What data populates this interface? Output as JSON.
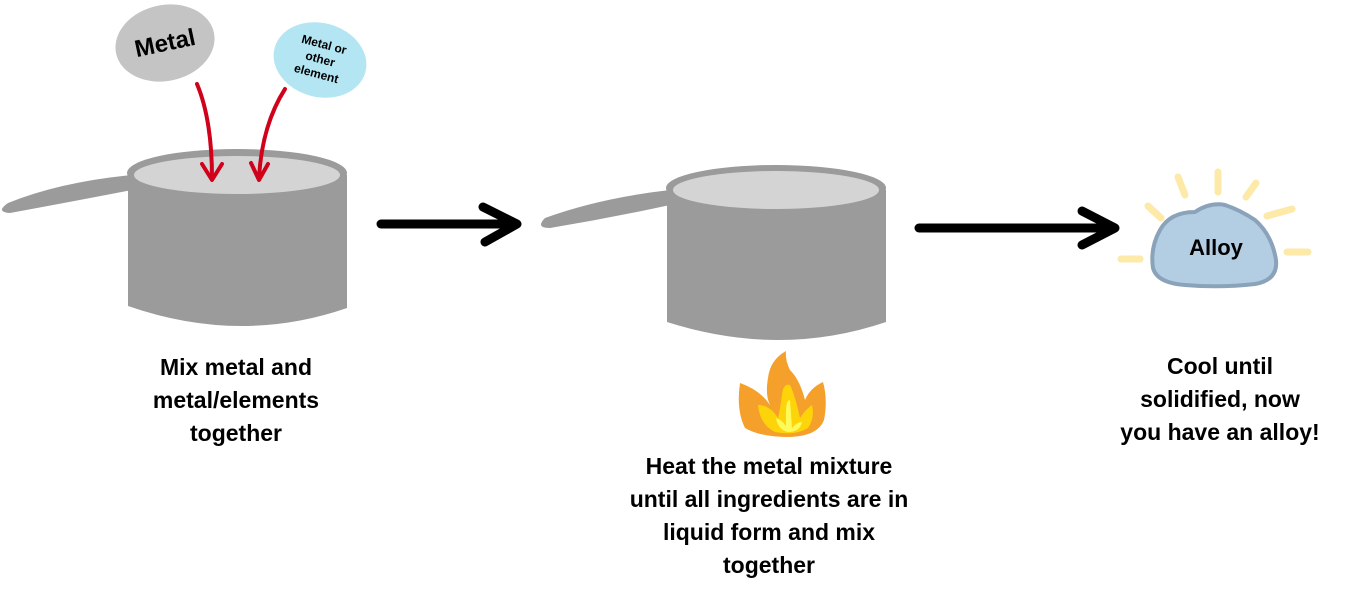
{
  "diagram": {
    "title": "Making an alloy",
    "colors": {
      "pot_body": "#9b9b9b",
      "pot_surface": "#d4d4d4",
      "arrow_red": "#d0021b",
      "arrow_black": "#000000",
      "metal_blob": "#c4c4c4",
      "element_blob": "#b3e5f2",
      "alloy_fill": "#b3cde3",
      "alloy_stroke": "#8aa3ba",
      "glow": "#fde9a8",
      "flame_outer": "#f5a02a",
      "flame_mid": "#fdd30a",
      "flame_inner": "#fdfa5a"
    },
    "steps": [
      {
        "id": "mix",
        "caption": "Mix metal and\nmetal/elements\ntogether",
        "inputs": [
          {
            "label": "Metal"
          },
          {
            "label_lines": [
              "Metal or",
              "other",
              "element"
            ]
          }
        ]
      },
      {
        "id": "heat",
        "caption": "Heat the metal mixture\nuntil all ingredients are in\nliquid form and mix\ntogether"
      },
      {
        "id": "cool",
        "caption": "Cool until\nsolidified, now\nyou have an alloy!",
        "product": {
          "label": "Alloy"
        }
      }
    ]
  }
}
